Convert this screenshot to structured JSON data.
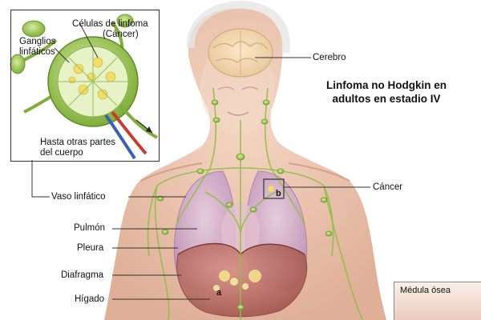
{
  "title": {
    "line1": "Linfoma no Hodgkin en",
    "line2": "adultos en estadio IV"
  },
  "inset": {
    "cells_label_line1": "Células de linfoma",
    "cells_label_line2": "(Cáncer)",
    "nodes_label_line1": "Ganglios",
    "nodes_label_line2": "linfáticos",
    "spread_label_line1": "Hasta otras partes",
    "spread_label_line2": "del cuerpo"
  },
  "labels": {
    "cerebro": "Cerebro",
    "cancer": "Cáncer",
    "vaso_linfatico": "Vaso linfático",
    "pulmon": "Pulmón",
    "pleura": "Pleura",
    "diafragma": "Diafragma",
    "higado": "Hígado",
    "medula_osea": "Médula ósea"
  },
  "markers": {
    "a": "a",
    "b": "b"
  },
  "colors": {
    "skin": "#e9bfa6",
    "lung": "#c9a6c8",
    "liver": "#b86f66",
    "lymph": "#8fbf45",
    "leader_line": "#333333"
  }
}
